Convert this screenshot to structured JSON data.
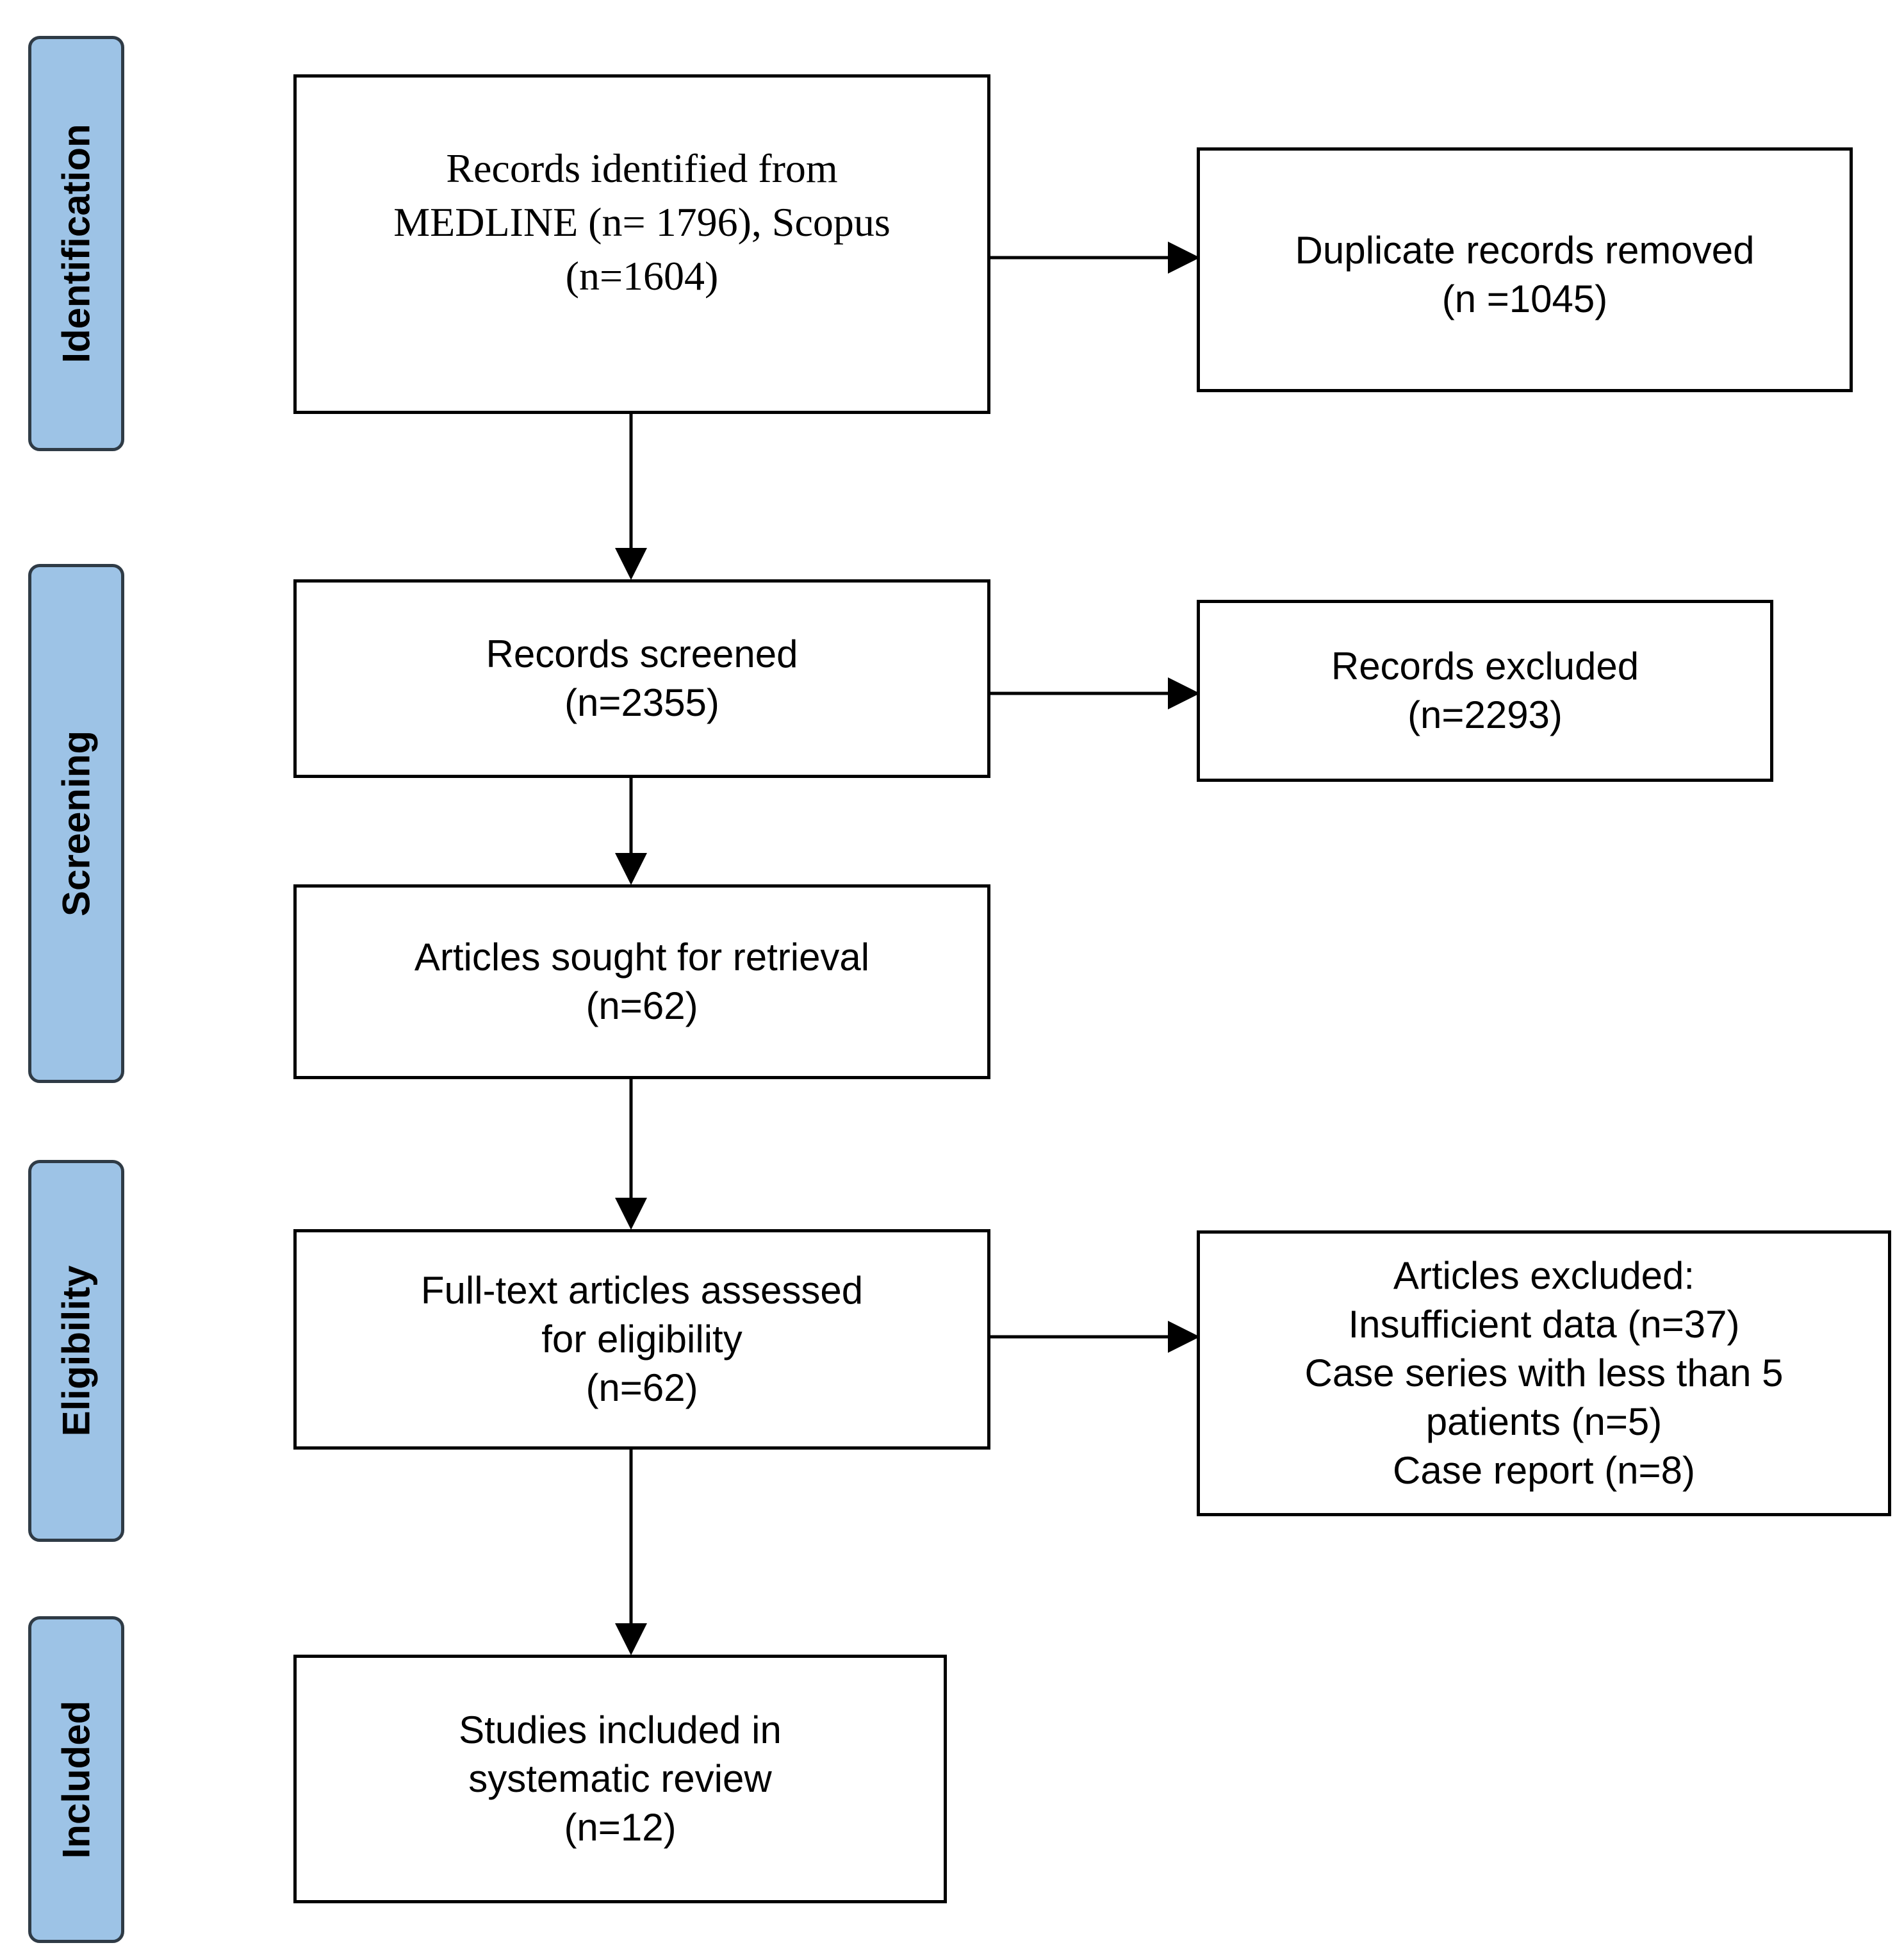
{
  "stages": {
    "identification": "Identification",
    "screening": "Screening",
    "eligibility": "Eligibility",
    "included": "Included"
  },
  "boxes": {
    "records_identified": {
      "lines": [
        "Records identified from",
        "MEDLINE (n= 1796), Scopus",
        "(n=1604)"
      ]
    },
    "duplicates_removed": {
      "lines": [
        "Duplicate records removed",
        "(n =1045)"
      ]
    },
    "records_screened": {
      "lines": [
        "Records screened",
        "(n=2355)"
      ]
    },
    "records_excluded": {
      "lines": [
        "Records excluded",
        "(n=2293)"
      ]
    },
    "sought_retrieval": {
      "lines": [
        "Articles sought for retrieval",
        "(n=62)"
      ]
    },
    "fulltext_assessed": {
      "lines": [
        "Full-text articles assessed",
        "for eligibility",
        "(n=62)"
      ]
    },
    "articles_excluded": {
      "lines": [
        "Articles excluded:",
        "Insufficient data (n=37)",
        "Case series with less than 5",
        "patients (n=5)",
        "Case report (n=8)"
      ]
    },
    "studies_included": {
      "lines": [
        "Studies included in",
        "systematic review",
        "(n=12)"
      ]
    }
  },
  "colors": {
    "stage_fill": "#9dc3e6",
    "stage_border": "#2f3b46",
    "box_border": "#000000"
  }
}
